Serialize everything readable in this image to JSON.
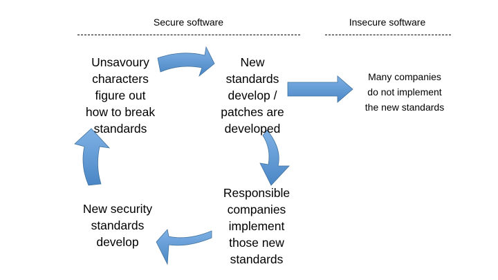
{
  "headers": {
    "secure": "Secure software",
    "insecure": "Insecure software"
  },
  "nodes": {
    "unsavoury": "Unsavoury\ncharacters\nfigure out\nhow to break\nstandards",
    "new_standards": "New\nstandards\ndevelop /\npatches are\ndeveloped",
    "many_companies": "Many companies\ndo not implement\nthe new standards",
    "responsible": "Responsible\ncompanies\nimplement\nthose new\nstandards",
    "new_security": "New security\nstandards\ndevelop"
  },
  "colors": {
    "arrow_fill": "#5b9bd5",
    "arrow_stroke": "#41719c"
  }
}
